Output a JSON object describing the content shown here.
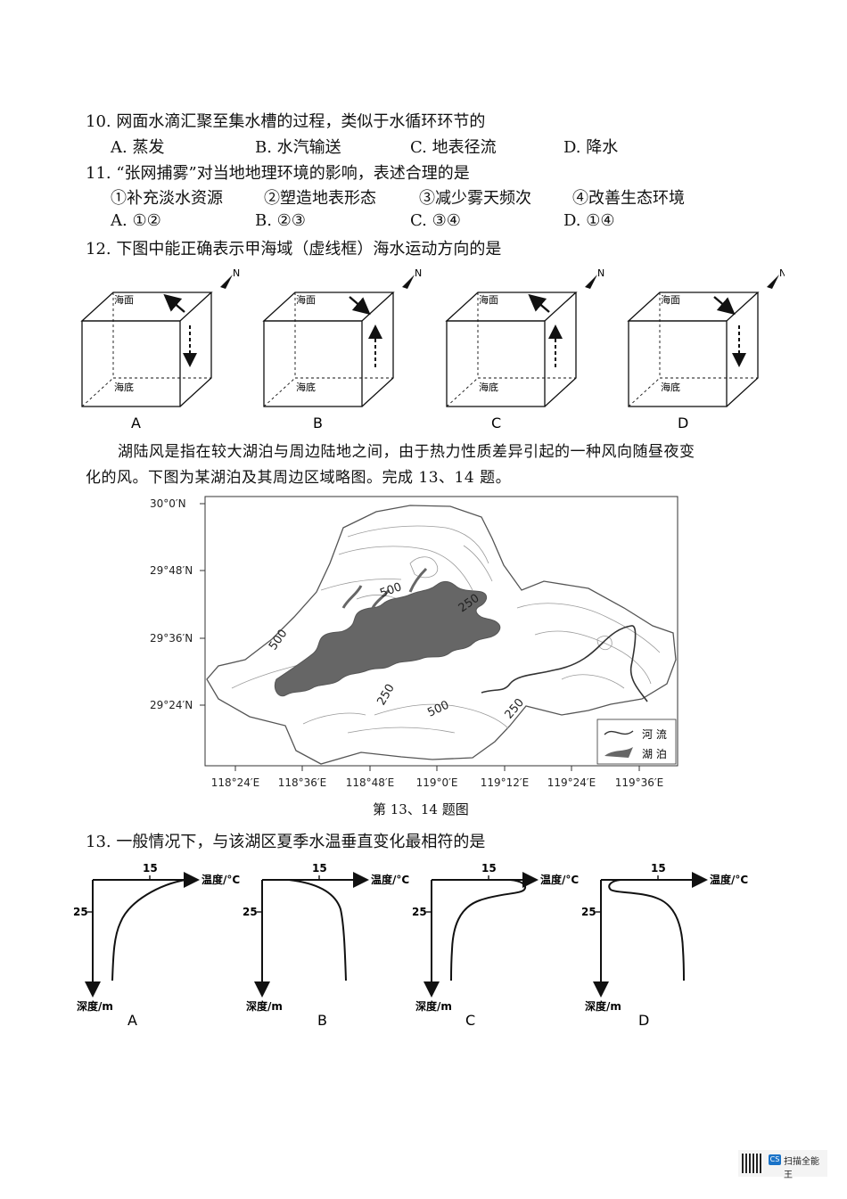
{
  "q10": {
    "stem": "10. 网面水滴汇聚至集水槽的过程，类似于水循环环节的",
    "options": [
      "A. 蒸发",
      "B. 水汽输送",
      "C. 地表径流",
      "D. 降水"
    ]
  },
  "q11": {
    "stem": "11. “张网捕雾”对当地地理环境的影响，表述合理的是",
    "items": [
      "①补充淡水资源",
      "②塑造地表形态",
      "③减少雾天频次",
      "④改善生态环境"
    ],
    "options": [
      "A. ①②",
      "B. ②③",
      "C. ③④",
      "D. ①④"
    ]
  },
  "q12": {
    "stem": "12. 下图中能正确表示甲海域（虚线框）海水运动方向的是",
    "surface_label": "海面",
    "bottom_label": "海底",
    "north": "N",
    "panels": [
      "A",
      "B",
      "C",
      "D"
    ]
  },
  "passage": {
    "line1": "湖陆风是指在较大湖泊与周边陆地之间，由于热力性质差异引起的一种风向随昼夜变",
    "line2": "化的风。下图为某湖泊及其周边区域略图。完成 13、14 题。"
  },
  "map": {
    "lat_ticks": [
      "30°0′N",
      "29°48′N",
      "29°36′N",
      "29°24′N"
    ],
    "lon_ticks": [
      "118°24′E",
      "118°36′E",
      "118°48′E",
      "119°0′E",
      "119°12′E",
      "119°24′E",
      "119°36′E"
    ],
    "contours": [
      "500",
      "250",
      "500",
      "250",
      "500",
      "250"
    ],
    "legend": {
      "river": "河 流",
      "lake": "湖 泊"
    },
    "caption": "第 13、14 题图"
  },
  "q13": {
    "stem": "13. 一般情况下，与该湖区夏季水温垂直变化最相符的是",
    "x_tick": "15",
    "y_tick": "25",
    "x_axis": "温度/°C",
    "y_axis": "深度/m",
    "panels": [
      "A",
      "B",
      "C",
      "D"
    ]
  },
  "watermark": {
    "text": "扫描全能王",
    "badge": "CS"
  }
}
